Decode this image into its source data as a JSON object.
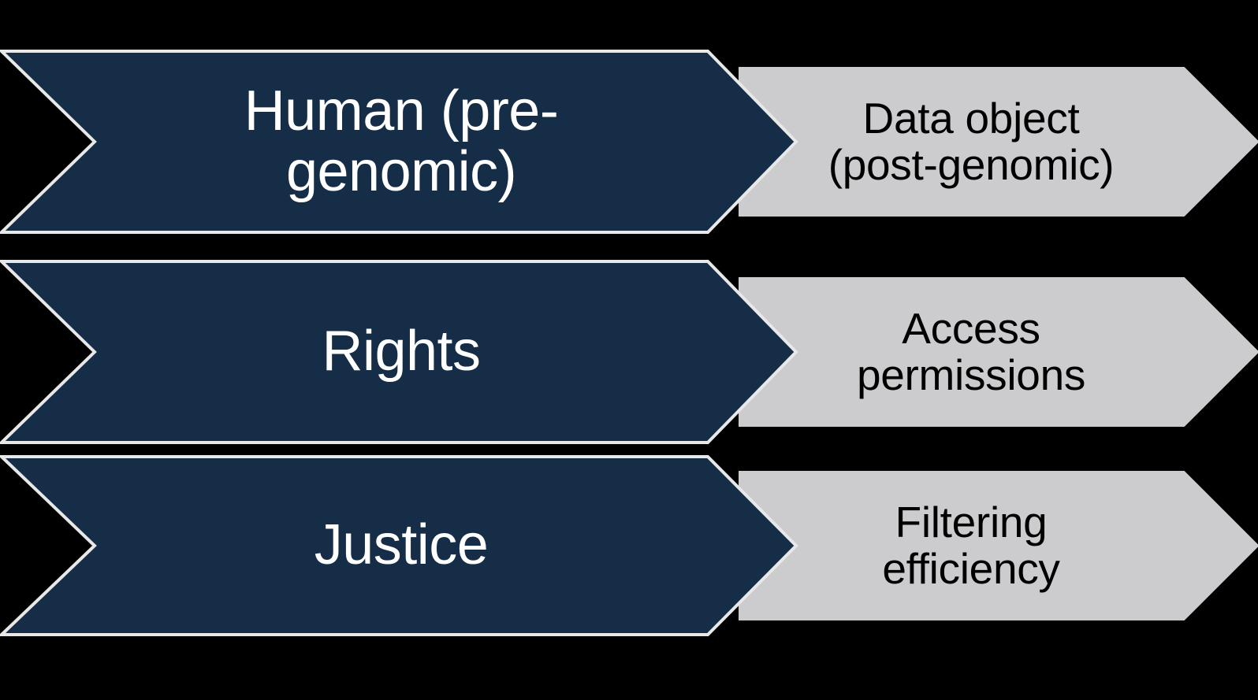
{
  "diagram": {
    "type": "chevron-process",
    "background_color": "#000000",
    "primary_fill": "#152D46",
    "primary_border": "#E8E8E8",
    "primary_text_color": "#FFFFFF",
    "secondary_fill": "#CCCCCE",
    "secondary_border": "#000000",
    "secondary_text_color": "#000000",
    "rows": [
      {
        "id": "row-1",
        "primary": {
          "label": "Human (pre-\ngenomic)"
        },
        "secondary": {
          "label": "Data object\n(post-genomic)"
        }
      },
      {
        "id": "row-2",
        "primary": {
          "label": "Rights"
        },
        "secondary": {
          "label": "Access\npermissions"
        }
      },
      {
        "id": "row-3",
        "primary": {
          "label": "Justice"
        },
        "secondary": {
          "label": "Filtering\nefficiency"
        }
      }
    ]
  }
}
